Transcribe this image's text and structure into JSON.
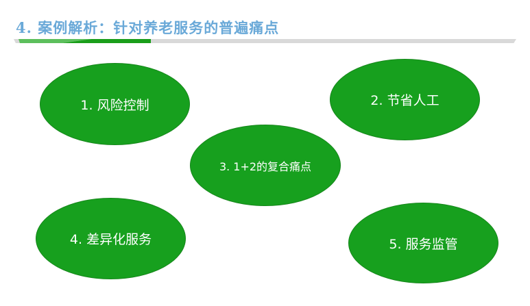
{
  "header": {
    "title": "4. 案例解析：针对养老服务的普遍痛点",
    "title_color": "#6aa9d8"
  },
  "colors": {
    "ellipse_fill": "#17a01e",
    "ellipse_text": "#ffffff",
    "bar_gray": "#d9d9d9",
    "bar_green": "#1a9e1a"
  },
  "pain_points": [
    {
      "label": "1. 风险控制"
    },
    {
      "label": "2. 节省人工"
    },
    {
      "label": "3. 1+2的复合痛点"
    },
    {
      "label": "4. 差异化服务"
    },
    {
      "label": "5. 服务监管"
    }
  ]
}
